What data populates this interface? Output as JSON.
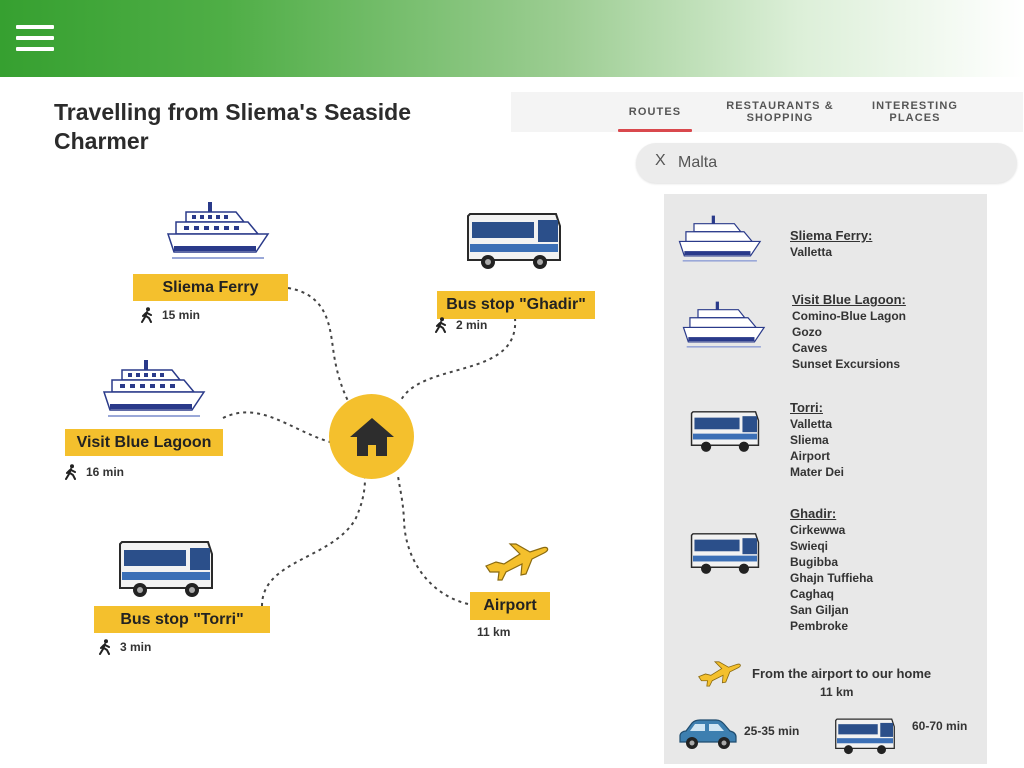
{
  "header": {
    "menu_icon": "hamburger-menu-icon"
  },
  "page": {
    "title": "Travelling from Sliema's Seaside Charmer"
  },
  "tabs": [
    {
      "label": "ROUTES",
      "active": true
    },
    {
      "label": "RESTAURANTS & SHOPPING",
      "active": false
    },
    {
      "label": "INTERESTING PLACES",
      "active": false
    }
  ],
  "search": {
    "clear_icon": "X",
    "value": "Malta"
  },
  "map": {
    "home_icon": "home-icon",
    "destinations": [
      {
        "label": "Sliema Ferry",
        "meta": "15 min",
        "icon": "ferry-icon",
        "walk": true
      },
      {
        "label": "Bus stop \"Ghadir\"",
        "meta": "2 min",
        "icon": "bus-icon",
        "walk": true
      },
      {
        "label": "Visit Blue Lagoon",
        "meta": "16 min",
        "icon": "ferry-icon",
        "walk": true
      },
      {
        "label": "Bus stop \"Torri\"",
        "meta": "3 min",
        "icon": "bus-icon",
        "walk": true
      },
      {
        "label": "Airport",
        "meta": "11 km",
        "icon": "airplane-icon",
        "walk": false
      }
    ]
  },
  "routes_panel": {
    "items": [
      {
        "heading": "Sliema Ferry:",
        "stops": [
          "Valletta"
        ],
        "icon": "ferry-icon"
      },
      {
        "heading": "Visit Blue Lagoon:",
        "stops": [
          "Comino-Blue Lagon",
          "Gozo",
          "Caves",
          "Sunset Excursions"
        ],
        "icon": "ferry-icon"
      },
      {
        "heading": "Torri:",
        "stops": [
          "Valletta",
          "Sliema",
          "Airport",
          "Mater Dei"
        ],
        "icon": "bus-icon"
      },
      {
        "heading": "Ghadir:",
        "stops": [
          "Cirkewwa",
          "Swieqi",
          "Bugibba",
          "Ghajn Tuffieha",
          "Caghaq",
          "San Giljan",
          "Pembroke"
        ],
        "icon": "bus-icon"
      }
    ],
    "airport": {
      "title": "From the airport to our home",
      "distance": "11 km",
      "car_time": "25-35 min",
      "bus_time": "60-70 min",
      "icon": "airplane-icon"
    }
  },
  "colors": {
    "accent_yellow": "#f4c02d",
    "header_green": "#36a030",
    "tab_indicator": "#d9484d",
    "ferry_navy": "#2a3a8a",
    "bus_blue": "#3b6fb6",
    "car_blue": "#3d7fb0"
  }
}
